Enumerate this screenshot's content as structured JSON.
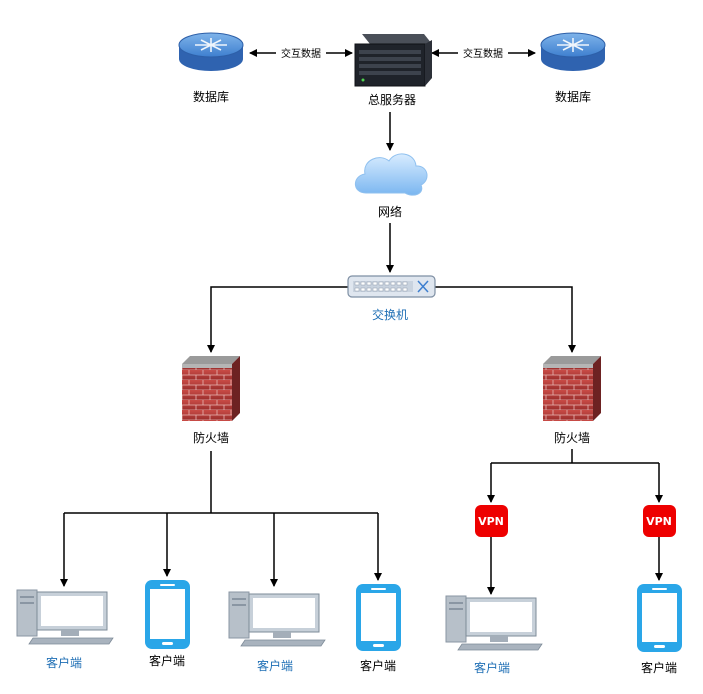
{
  "nodes": {
    "db_left": "数据库",
    "server": "总服务器",
    "db_right": "数据库",
    "network": "网络",
    "switch": "交换机",
    "firewall_left": "防火墙",
    "firewall_right": "防火墙",
    "clients": [
      "客户端",
      "客户端",
      "客户端",
      "客户端",
      "客户端",
      "客户端"
    ],
    "vpn_left": "VPN",
    "vpn_right": "VPN"
  },
  "edges": {
    "exchange_left": "交互数据",
    "exchange_right": "交互数据"
  },
  "colors": {
    "label_blue": "#1f6fb5",
    "vpn_red": "#ee0000",
    "device_blue": "#2aa6e8",
    "firewall_red": "#b8393a"
  }
}
